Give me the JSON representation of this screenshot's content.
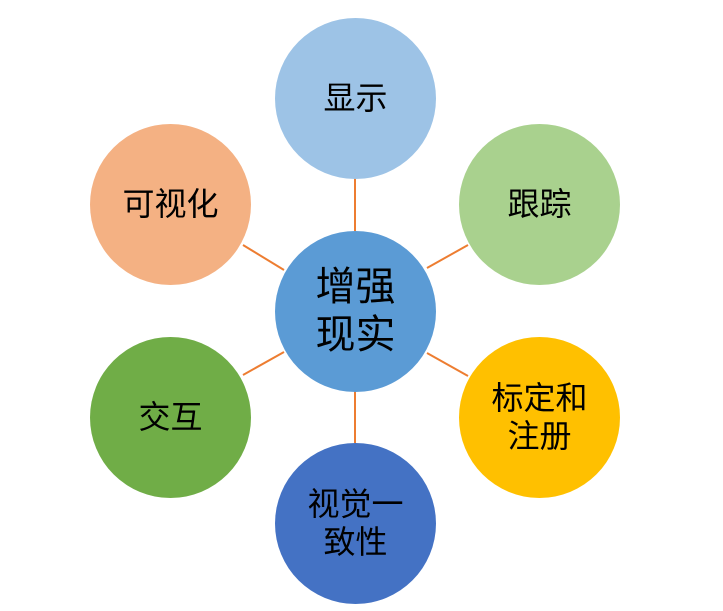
{
  "diagram": {
    "center": {
      "label": "增强现实",
      "line1": "增强",
      "line2": "现实",
      "color": "#5B9BD5"
    },
    "nodes": [
      {
        "id": "top",
        "label": "显示",
        "line1": "显示",
        "line2": "",
        "color": "#9DC3E6"
      },
      {
        "id": "right-top",
        "label": "跟踪",
        "line1": "跟踪",
        "line2": "",
        "color": "#A9D18E"
      },
      {
        "id": "right-bottom",
        "label": "标定和注册",
        "line1": "标定和",
        "line2": "注册",
        "color": "#FFC000"
      },
      {
        "id": "bottom",
        "label": "视觉一致性",
        "line1": "视觉一",
        "line2": "致性",
        "color": "#4472C4"
      },
      {
        "id": "left-bottom",
        "label": "交互",
        "line1": "交互",
        "line2": "",
        "color": "#70AD47"
      },
      {
        "id": "left-top",
        "label": "可视化",
        "line1": "可视化",
        "line2": "",
        "color": "#F4B183"
      }
    ],
    "connector_color": "#ED7D31"
  }
}
